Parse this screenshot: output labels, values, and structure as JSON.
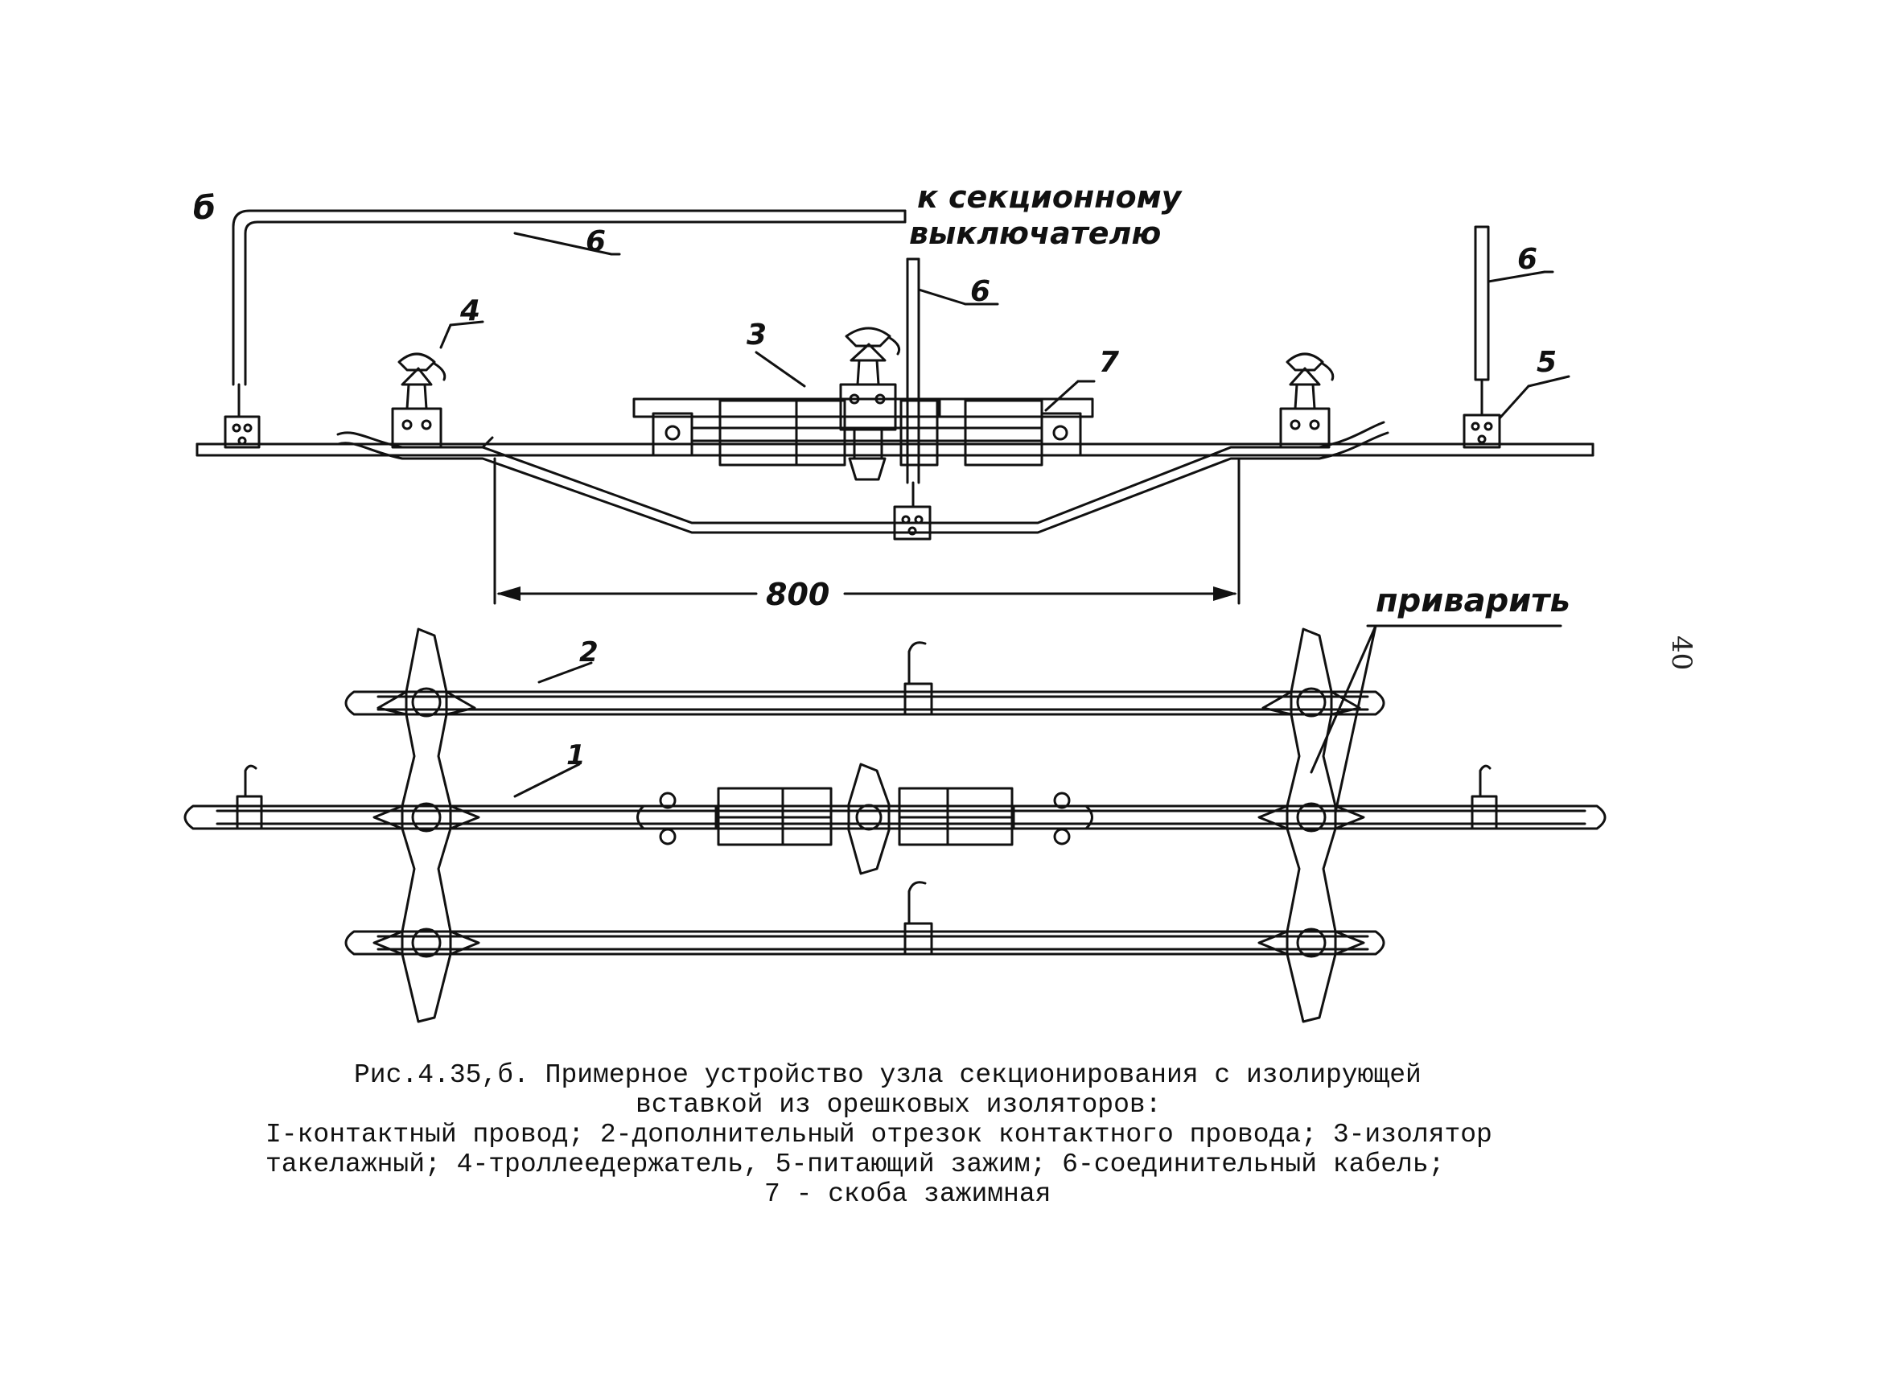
{
  "figure": {
    "panel_letter": "б",
    "labels": {
      "to_switch_line1": "к секционному",
      "to_switch_line2": "выключателю",
      "weld": "приварить",
      "dimension": "800",
      "n1": "1",
      "n2": "2",
      "n3": "3",
      "n4": "4",
      "n5": "5",
      "n6a": "6",
      "n6b": "6",
      "n6c": "6",
      "n7": "7"
    }
  },
  "page_number": "40",
  "caption": {
    "line1": "Рис.4.35,б. Примерное устройство узла секционирования с изолирующей",
    "line2": "вставкой из орешковых изоляторов:",
    "line3": "I-контактный провод; 2-дополнительный отрезок контактного провода; 3-изолятор",
    "line4": "такелажный; 4-троллеедержатель, 5-питающий зажим; 6-соединительный кабель;",
    "line5": "7 - скоба зажимная"
  }
}
